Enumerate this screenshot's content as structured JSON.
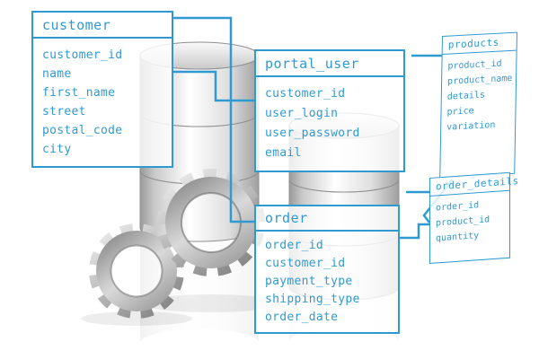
{
  "diagram": {
    "tables": {
      "customer": {
        "title": "customer",
        "fields": [
          "customer_id",
          "name",
          "first_name",
          "street",
          "postal_code",
          "city"
        ]
      },
      "portal_user": {
        "title": "portal_user",
        "fields": [
          "customer_id",
          "user_login",
          "user_password",
          "email"
        ]
      },
      "order": {
        "title": "order",
        "fields": [
          "order_id",
          "customer_id",
          "payment_type",
          "shipping_type",
          "order_date"
        ]
      },
      "products": {
        "title": "products",
        "fields": [
          "product_id",
          "product_name",
          "details",
          "price",
          "variation"
        ]
      },
      "order_details": {
        "title": "order_details",
        "fields": [
          "order_id",
          "product_id",
          "quantity"
        ]
      }
    },
    "colors": {
      "accent": "#2f9ad2",
      "metal_light": "#f2f2f2",
      "metal_dark": "#8d8d8d"
    }
  }
}
